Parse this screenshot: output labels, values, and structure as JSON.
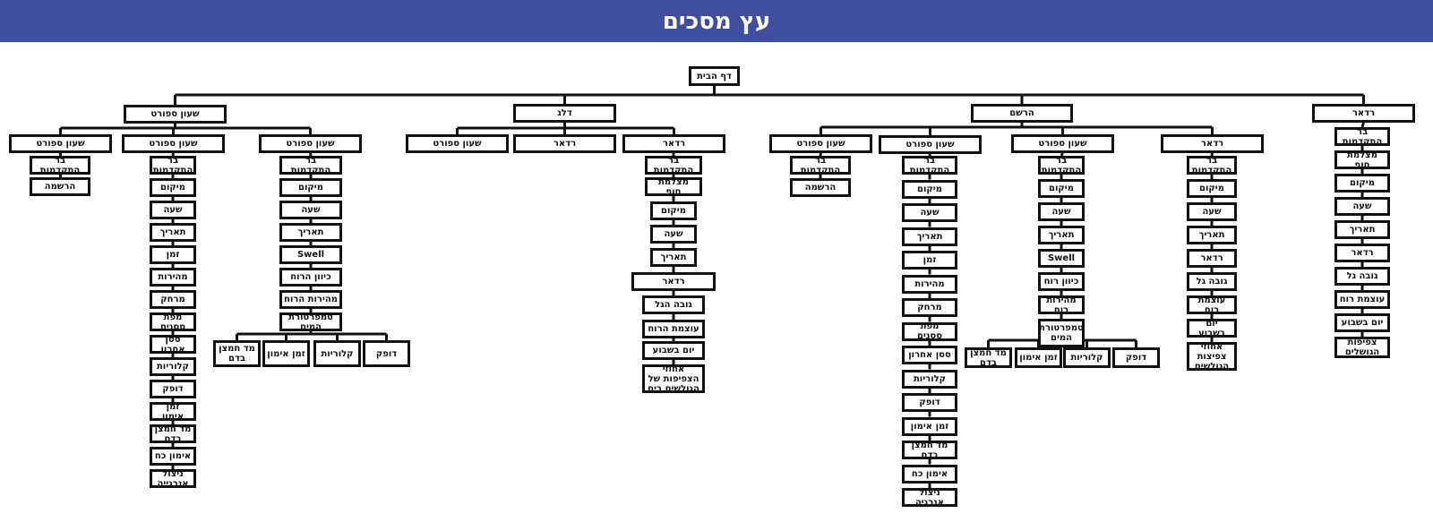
{
  "title": "עץ מסכים",
  "colors": {
    "header_bg": "#3f4e9f",
    "header_text": "#ffffff",
    "node_border": "#111111",
    "line": "#111111"
  },
  "nodes": {
    "root": "דף הבית",
    "sw1": "שעון ספורט",
    "sw1_c1": "שעון ספורט",
    "sw1_c1_progress": "בר התקדמות",
    "sw1_c1_reg": "הרשמה",
    "sw1_c2": "שעון ספורט",
    "sw1_c2_items": [
      "בר התקדמות",
      "מיקום",
      "שעה",
      "תאריך",
      "זמן",
      "מהירות",
      "מרחק",
      "מפת ססנים",
      "ססן אחרון",
      "קלוריות",
      "דופק",
      "זמן אימון",
      "מד חמצן בדם",
      "אימון כח",
      "ניצול אנרגייה"
    ],
    "sw1_c3": "שעון ספורט",
    "sw1_c3_items": [
      "בר התקדמות",
      "מיקום",
      "שעה",
      "תאריך",
      "Swell",
      "כיוון הרוח",
      "מהירות הרוח",
      "טמפרטורת המים"
    ],
    "sw1_c3_row": [
      "מד חמצן בדם",
      "זמן אימון",
      "קלוריות",
      "דופק"
    ],
    "dalag": "דלג",
    "dalag_c1": "שעון ספורט",
    "dalag_c2": "רדאר",
    "dalag_c3": "רדאר",
    "dalag_c3_items": [
      "בר התקדמות",
      "מצלמת חוף",
      "מיקום",
      "שעה",
      "תאריך",
      "רדאר",
      "גובה הגל",
      "עוצמת הרוח",
      "יום בשבוע",
      "אחוזי הצפיפות של הגולשים בים"
    ],
    "reg": "הרשם",
    "reg_c1": "שעון ספורט",
    "reg_c1_items": [
      "בר התקדמות",
      "הרשמה"
    ],
    "reg_c2": "שעון ספורט",
    "reg_c2_items": [
      "בר התקדמות",
      "מיקום",
      "שעה",
      "תאריך",
      "זמן",
      "מהירות",
      "מרחק",
      "מפת ססנים",
      "ססן אחרון",
      "קלוריות",
      "דופק",
      "זמן אימון",
      "מד חמצן בדם",
      "אימון כח",
      "ניצול אנרגיה"
    ],
    "reg_c3": "שעון ספורט",
    "reg_c3_items": [
      "בר התקדמות",
      "מיקום",
      "שעה",
      "תאריך",
      "Swell",
      "כיוון רוח",
      "מהירות רוח",
      "טמפרטורת המים"
    ],
    "reg_c3_row": [
      "מד חמצן בדם",
      "זמן אימון",
      "קלוריות",
      "דופק"
    ],
    "reg_c4": "רדאר",
    "reg_c4_items": [
      "בר התקדמות",
      "מיקום",
      "שעה",
      "תאריך",
      "רדאר",
      "גובה גל",
      "עוצמת רוח",
      "יום בשבוע",
      "אחוזי צפיצות הגולשים"
    ],
    "radar": "רדאר",
    "radar_items": [
      "בר התקדמות",
      "מצלמת חוף",
      "מיקום",
      "שעה",
      "תאריך",
      "רדאר",
      "גובה גל",
      "עוצמת רוח",
      "יום בשבוע",
      "אחוזי צפיפות הגושלים בים"
    ]
  }
}
